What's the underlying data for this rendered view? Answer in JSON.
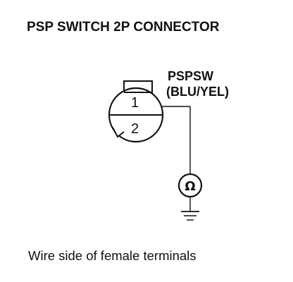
{
  "diagram": {
    "title": "PSP SWITCH 2P CONNECTOR",
    "terminal_1": "1",
    "terminal_2": "2",
    "signal_name": "PSPSW",
    "wire_color": "(BLU/YEL)",
    "meter_symbol": "Ω",
    "caption": "Wire side of female terminals"
  }
}
